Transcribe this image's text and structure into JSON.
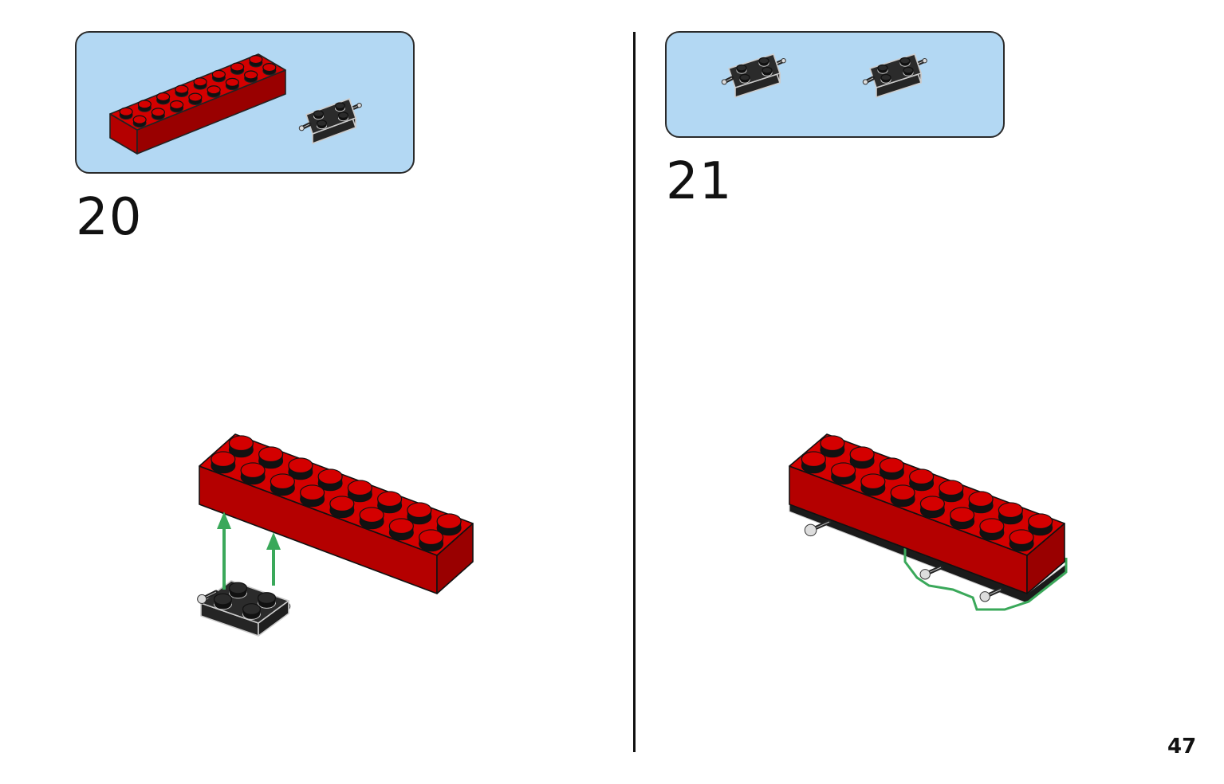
{
  "page": {
    "number": "47"
  },
  "steps": [
    {
      "number": "20",
      "parts": [
        {
          "part": "brick-2x8",
          "color": "#d40000",
          "qty": 1
        },
        {
          "part": "wheel-holder-plate-2x2",
          "color": "#2b2b2b",
          "qty": 1
        }
      ]
    },
    {
      "number": "21",
      "parts": [
        {
          "part": "wheel-holder-plate-2x2",
          "color": "#2b2b2b",
          "qty": 2
        }
      ]
    }
  ],
  "colors": {
    "callout_bg": "#b3d8f3",
    "brick_red": "#d40000",
    "plate_black": "#2b2b2b",
    "arrow_green": "#3aa85a"
  }
}
